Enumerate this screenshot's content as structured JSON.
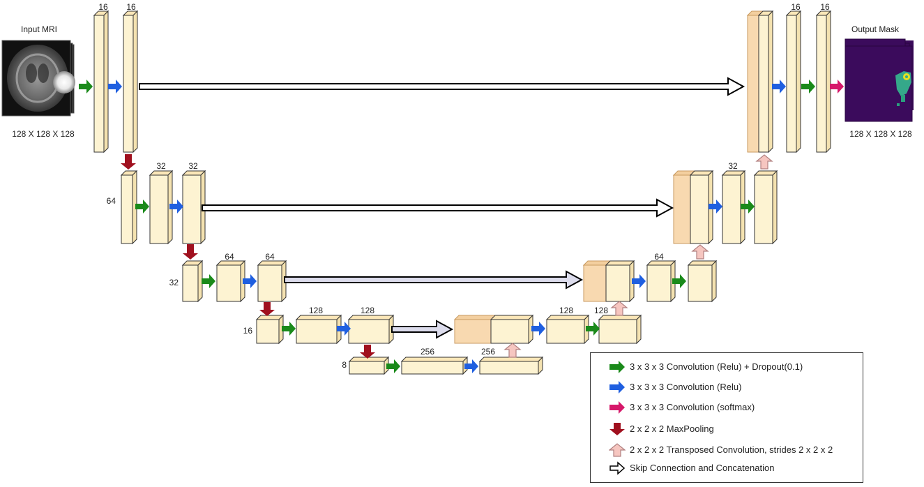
{
  "input": {
    "title": "Input MRI",
    "size": "128 X 128 X 128"
  },
  "output": {
    "title": "Output Mask",
    "size": "128 X 128 X 128"
  },
  "channels": {
    "enc1a": "16",
    "enc1b": "16",
    "enc2a": "32",
    "enc2b": "32",
    "enc3a": "64",
    "enc3b": "64",
    "enc4a": "128",
    "enc4b": "128",
    "bott_a": "256",
    "bott_b": "256",
    "dec4a": "128",
    "dec4b": "128",
    "dec3": "64",
    "dec2": "32",
    "dec1a": "16",
    "dec1b": "16"
  },
  "spatial": {
    "l2": "64",
    "l3": "32",
    "l4": "16",
    "l5": "8"
  },
  "legend": [
    {
      "icon": "green-arrow-icon",
      "color": "#1a8a1a",
      "dir": "right",
      "text": "3 x 3 x 3 Convolution (Relu) +  Dropout(0.1)"
    },
    {
      "icon": "blue-arrow-icon",
      "color": "#1f5fe0",
      "dir": "right",
      "text": "3 x 3 x 3 Convolution (Relu)"
    },
    {
      "icon": "magenta-arrow-icon",
      "color": "#d6186a",
      "dir": "right",
      "text": " 3 x 3 x 3 Convolution (softmax)"
    },
    {
      "icon": "darkred-arrow-icon",
      "color": "#a0101e",
      "dir": "down",
      "text": "2 x 2 x 2  MaxPooling"
    },
    {
      "icon": "pink-arrow-icon",
      "color": "#f6c6c0",
      "dir": "up",
      "text": "2 x 2 x 2 Transposed Convolution, strides 2 x 2 x 2"
    },
    {
      "icon": "outline-arrow-icon",
      "color": "#ffffff",
      "dir": "right",
      "text": "Skip Connection and Concatenation"
    }
  ],
  "colors": {
    "block_fill": "#fdf3d2",
    "block_top": "#fbe7b8",
    "block_side": "#f4e2b0",
    "concat_fill": "#f8d9b0",
    "stroke": "#333333",
    "conv_dropout": "#1a8a1a",
    "conv_relu": "#1f5fe0",
    "conv_softmax": "#d6186a",
    "maxpool": "#a0101e",
    "transposed": "#f6c6c0",
    "skip_outline": "#000000",
    "mri_bg": "#111111",
    "mask_bg": "#3a0a5a"
  }
}
